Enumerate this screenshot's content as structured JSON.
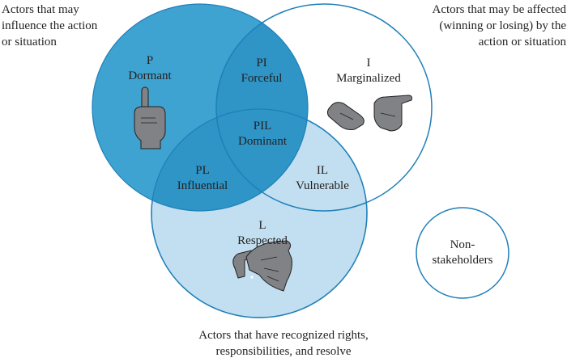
{
  "title": "Stakeholder typology Venn diagram",
  "colors": {
    "power_fill": "#3fa3d1",
    "overlap_fill": "#2c8fbf",
    "legitimacy_fill": "#c1dff0",
    "stroke": "#1f7fb8",
    "hand": "#808285"
  },
  "notes": {
    "power": [
      "Actors that may",
      "influence the action",
      "or situation"
    ],
    "interest": [
      "Actors that may be affected",
      "(winning or losing) by the",
      "action or situation"
    ],
    "legitimacy": [
      "Actors that have recognized rights,",
      "responsibilities, and resolve"
    ]
  },
  "regions": {
    "p": {
      "code": "P",
      "name": "Dormant"
    },
    "pi": {
      "code": "PI",
      "name": "Forceful"
    },
    "i": {
      "code": "I",
      "name": "Marginalized"
    },
    "pil": {
      "code": "PIL",
      "name": "Dominant"
    },
    "pl": {
      "code": "PL",
      "name": "Influential"
    },
    "il": {
      "code": "IL",
      "name": "Vulnerable"
    },
    "l": {
      "code": "L",
      "name": "Respected"
    }
  },
  "non_stakeholders": [
    "Non-",
    "stakeholders"
  ],
  "icons": {
    "p": "raised-index-finger-hand-icon",
    "i": "open-palms-hands-icon",
    "l": "handshake-hands-icon"
  }
}
